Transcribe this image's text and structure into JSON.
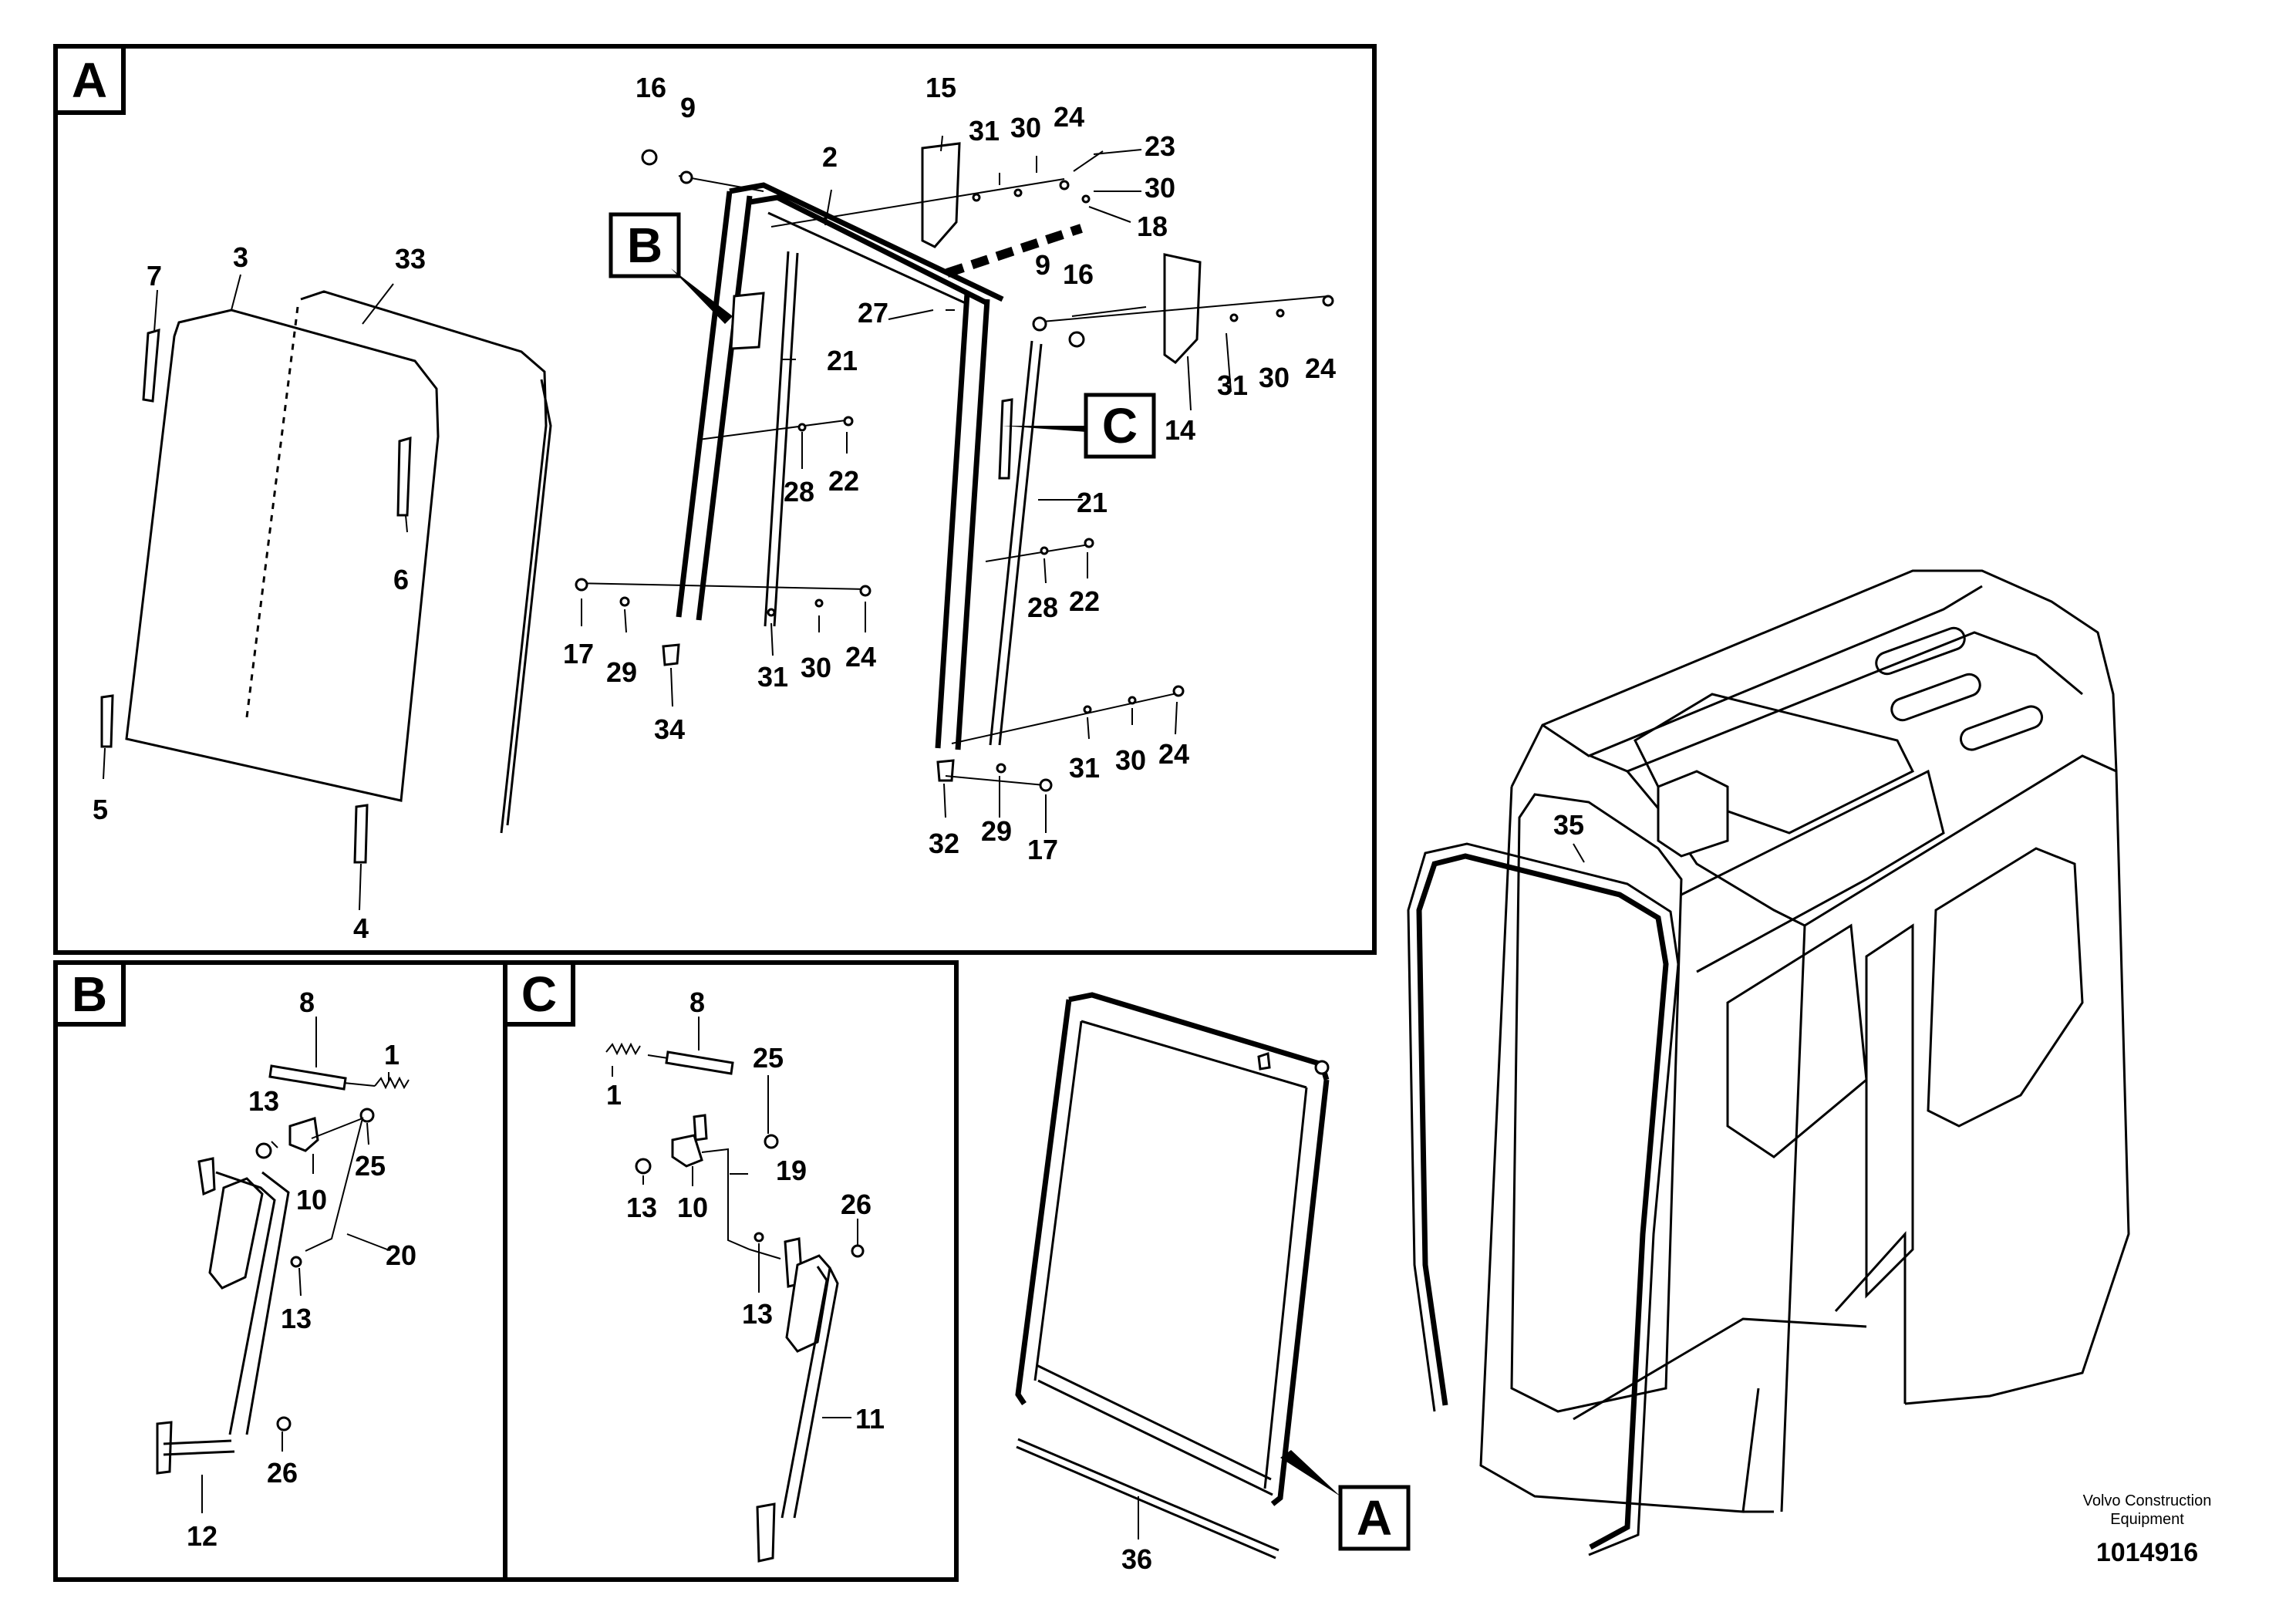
{
  "panels": {
    "a": {
      "tag": "A"
    },
    "b": {
      "tag": "B"
    },
    "c": {
      "tag": "C"
    }
  },
  "refs": {
    "b": "B",
    "c": "C",
    "a": "A"
  },
  "callouts": {
    "a": {
      "p16a": "16",
      "p9a": "9",
      "p15": "15",
      "p2": "2",
      "p31a": "31",
      "p30a": "30",
      "p24a": "24",
      "p23": "23",
      "p30b": "30",
      "p18": "18",
      "p9b": "9",
      "p16b": "16",
      "p27": "27",
      "p7": "7",
      "p3": "3",
      "p33": "33",
      "p21a": "21",
      "p14": "14",
      "p31b": "31",
      "p30c": "30",
      "p24b": "24",
      "p28a": "28",
      "p22a": "22",
      "p21b": "21",
      "p6": "6",
      "p28b": "28",
      "p22b": "22",
      "p17a": "17",
      "p29a": "29",
      "p31c": "31",
      "p30d": "30",
      "p24c": "24",
      "p34": "34",
      "p31d": "31",
      "p30e": "30",
      "p24d": "24",
      "p5": "5",
      "p32": "32",
      "p29b": "29",
      "p17b": "17",
      "p4": "4"
    },
    "b": {
      "p8": "8",
      "p1": "1",
      "p13a": "13",
      "p10": "10",
      "p25": "25",
      "p20": "20",
      "p13b": "13",
      "p26": "26",
      "p12": "12"
    },
    "c": {
      "p8": "8",
      "p25": "25",
      "p1": "1",
      "p19": "19",
      "p26": "26",
      "p13a": "13",
      "p10": "10",
      "p13b": "13",
      "p11": "11"
    },
    "main": {
      "p35": "35",
      "p36": "36"
    }
  },
  "credit": {
    "line1": "Volvo Construction",
    "line2": "Equipment"
  },
  "doc_number": "1014916"
}
